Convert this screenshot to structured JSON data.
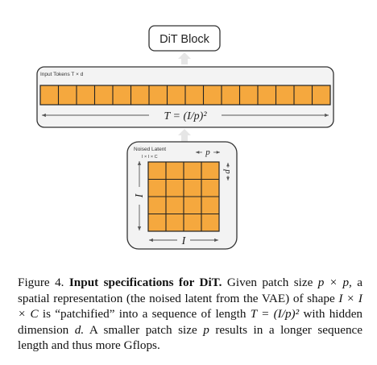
{
  "diagram": {
    "dit_block_label": "DiT Block",
    "input_tokens_label": "Input Tokens T × d",
    "sequence_length_label": "T = (I/p)²",
    "noised_latent_title": "Noised Latent",
    "noised_latent_shape": "I × I × C",
    "patch_size_label_top": "p",
    "patch_size_label_side": "p",
    "latent_height_label": "I",
    "latent_width_label": "I",
    "token_count": 16,
    "grid_rows": 4,
    "grid_cols": 4,
    "colors": {
      "token_fill": "#F5A83E",
      "container_fill": "#F3F3F3",
      "arrow_fill": "#E6E6E6"
    }
  },
  "caption": {
    "figure_label": "Figure 4.",
    "title": "Input specifications for DiT.",
    "given": "Given patch size",
    "size_expr": "p × p,",
    "line2": "a spatial representation (the noised latent from the VAE) of shape",
    "shape_expr": "I × I × C",
    "patchified": "is “patchified” into a sequence of length",
    "length_expr": "T = (I/p)²",
    "with_hidden": "with hidden dimension",
    "dim_var": "d.",
    "smaller": "A smaller patch size",
    "patch_var": "p",
    "results": "results in a longer sequence length and thus more Gflops."
  }
}
